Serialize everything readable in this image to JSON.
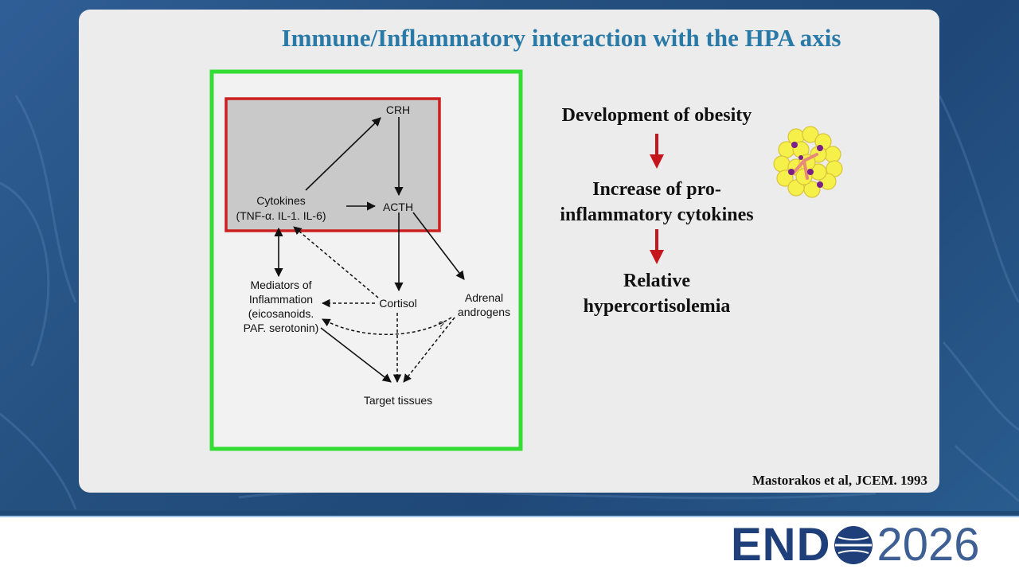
{
  "slide": {
    "title": "Immune/Inflammatory interaction with the HPA axis",
    "citation": "Mastorakos et al, JCEM. 1993"
  },
  "diagram": {
    "nodes": {
      "crh": "CRH",
      "acth": "ACTH",
      "cytokines": "Cytokines",
      "cytokines_sub": "(TNF-α. IL-1. IL-6)",
      "mediators_1": "Mediators of",
      "mediators_2": "Inflammation",
      "mediators_3": "(eicosanoids.",
      "mediators_4": "PAF. serotonin)",
      "cortisol": "Cortisol",
      "adrenal_1": "Adrenal",
      "adrenal_2": "androgens",
      "target": "Target tissues",
      "question": "?"
    },
    "colors": {
      "outer_frame": "#33dd33",
      "highlight_frame": "#cc1f1f",
      "highlight_fill": "#c9c9c9"
    }
  },
  "flow": {
    "step1": "Development of obesity",
    "step2_line1": "Increase of pro-",
    "step2_line2": "inflammatory cytokines",
    "step3_line1": "Relative",
    "step3_line2": "hypercortisolemia",
    "arrow_color": "#c4161c",
    "illustration": "adipose-tissue-with-immune-cells"
  },
  "footer": {
    "logo_prefix": "END",
    "logo_year": "2026"
  }
}
